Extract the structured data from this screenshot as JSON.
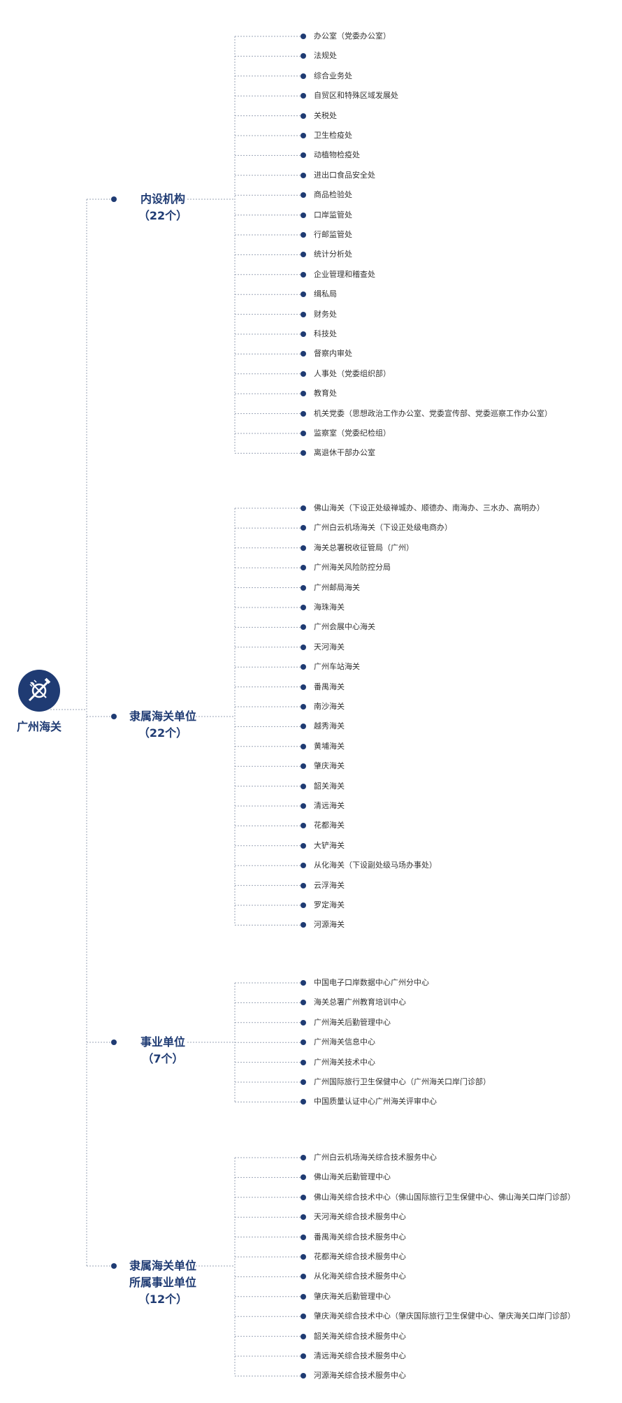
{
  "root": {
    "title": "广州海关",
    "icon": "customs-emblem-icon"
  },
  "colors": {
    "accent": "#1f3b73",
    "text": "#333333",
    "connector": "#9aa3b5"
  },
  "groups": [
    {
      "title": "内设机构",
      "count": "（22个）",
      "items": [
        "办公室（党委办公室）",
        "法规处",
        "综合业务处",
        "自贸区和特殊区域发展处",
        "关税处",
        "卫生检疫处",
        "动植物检疫处",
        "进出口食品安全处",
        "商品检验处",
        "口岸监管处",
        "行邮监管处",
        "统计分析处",
        "企业管理和稽查处",
        "缉私局",
        "财务处",
        "科技处",
        "督察内审处",
        "人事处（党委组织部）",
        "教育处",
        "机关党委（思想政治工作办公室、党委宣传部、党委巡察工作办公室）",
        "监察室（党委纪检组）",
        "离退休干部办公室"
      ]
    },
    {
      "title": "隶属海关单位",
      "count": "（22个）",
      "items": [
        "佛山海关（下设正处级禅城办、顺德办、南海办、三水办、高明办）",
        "广州白云机场海关（下设正处级电商办）",
        "海关总署税收征管局（广州）",
        "广州海关风险防控分局",
        "广州邮局海关",
        "海珠海关",
        "广州会展中心海关",
        "天河海关",
        "广州车站海关",
        "番禺海关",
        "南沙海关",
        "越秀海关",
        "黄埔海关",
        "肇庆海关",
        "韶关海关",
        "清远海关",
        "花都海关",
        "大铲海关",
        "从化海关（下设副处级马场办事处）",
        "云浮海关",
        "罗定海关",
        "河源海关"
      ]
    },
    {
      "title": "事业单位",
      "count": "（7个）",
      "items": [
        "中国电子口岸数据中心广州分中心",
        "海关总署广州教育培训中心",
        "广州海关后勤管理中心",
        "广州海关信息中心",
        "广州海关技术中心",
        "广州国际旅行卫生保健中心（广州海关口岸门诊部）",
        "中国质量认证中心广州海关评审中心"
      ]
    },
    {
      "title": "隶属海关单位",
      "subtitle": "所属事业单位",
      "count": "（12个）",
      "items": [
        "广州白云机场海关综合技术服务中心",
        "佛山海关后勤管理中心",
        "佛山海关综合技术中心（佛山国际旅行卫生保健中心、佛山海关口岸门诊部）",
        "天河海关综合技术服务中心",
        "番禺海关综合技术服务中心",
        "花都海关综合技术服务中心",
        "从化海关综合技术服务中心",
        "肇庆海关后勤管理中心",
        "肇庆海关综合技术中心（肇庆国际旅行卫生保健中心、肇庆海关口岸门诊部）",
        "韶关海关综合技术服务中心",
        "清远海关综合技术服务中心",
        "河源海关综合技术服务中心"
      ]
    }
  ]
}
